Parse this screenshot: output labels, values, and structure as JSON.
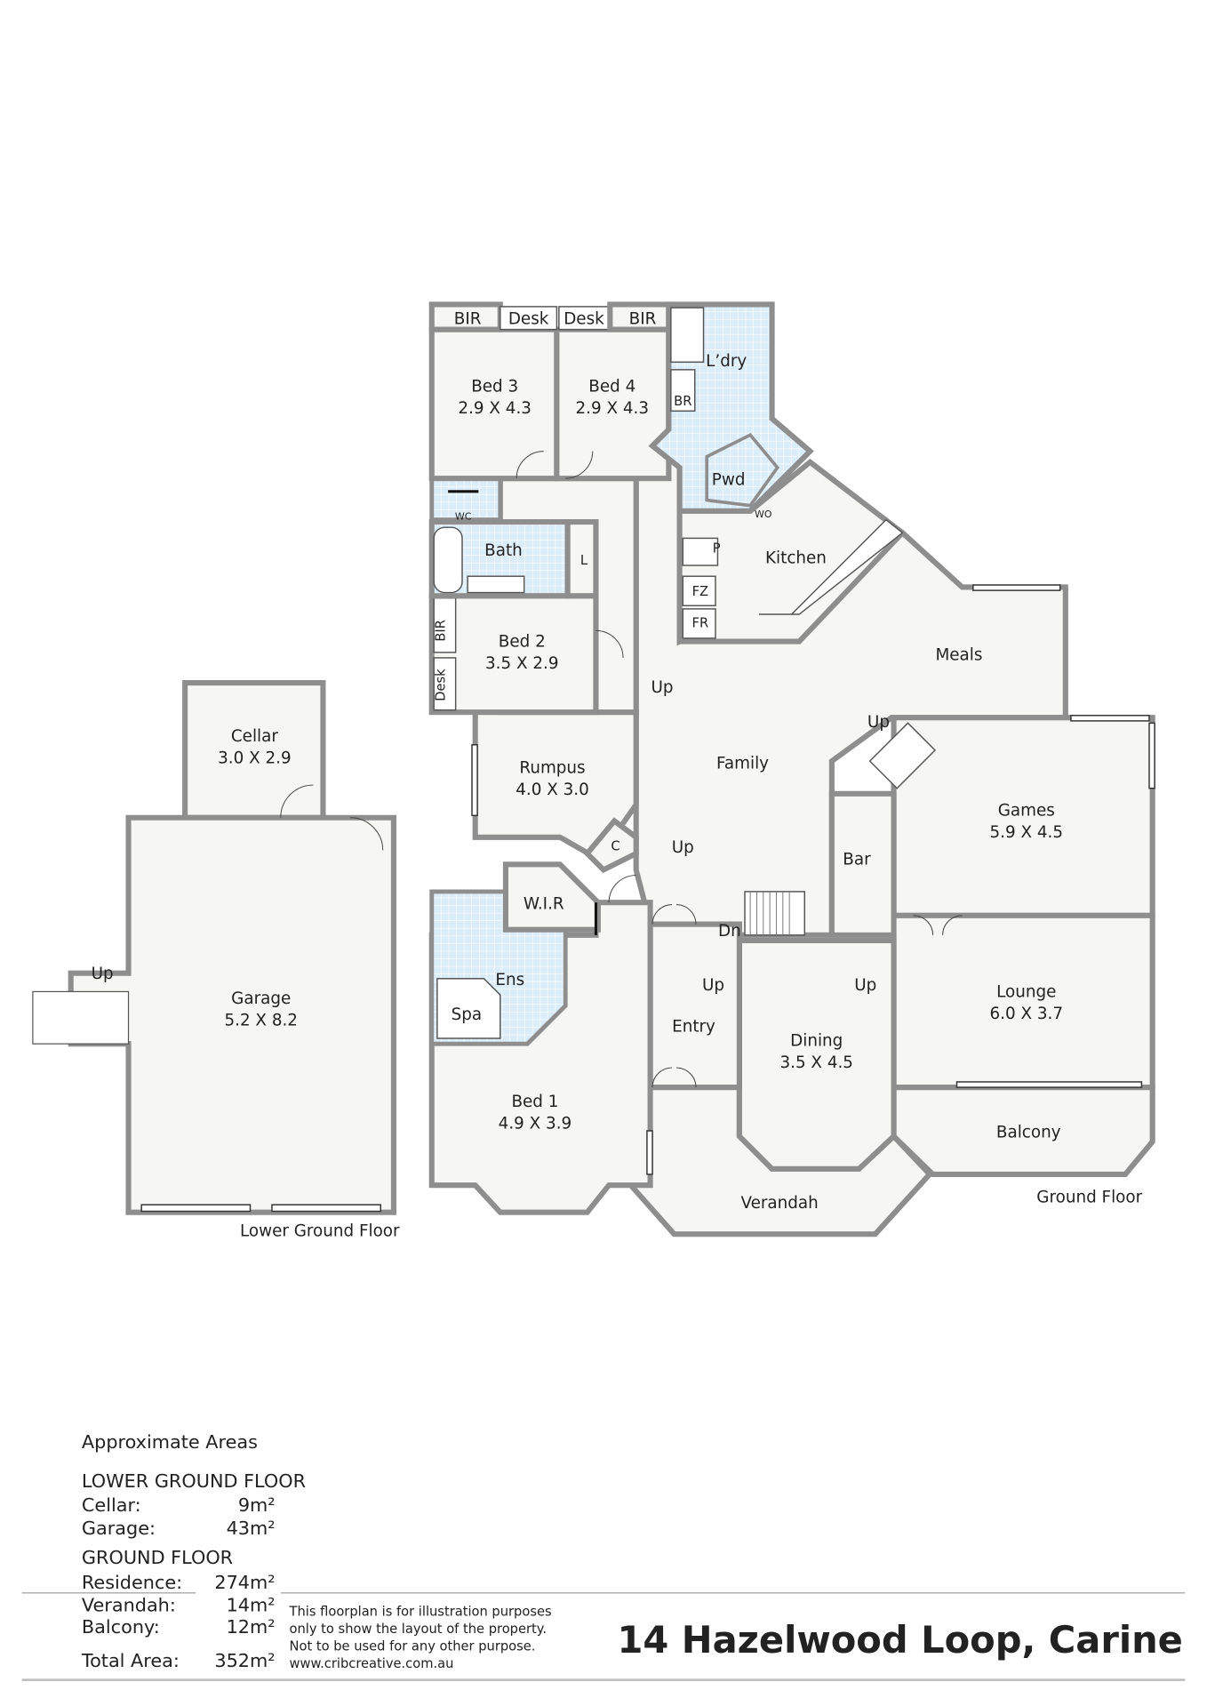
{
  "plan": {
    "title": "14 Hazelwood Loop, Carine",
    "floor_labels": {
      "lower": "Lower Ground Floor",
      "ground": "Ground Floor"
    },
    "rooms": {
      "cellar": {
        "name": "Cellar",
        "dims": "3.0 X 2.9"
      },
      "garage": {
        "name": "Garage",
        "dims": "5.2 X 8.2"
      },
      "bed3": {
        "name": "Bed 3",
        "dims": "2.9 X 4.3"
      },
      "bed4": {
        "name": "Bed 4",
        "dims": "2.9 X 4.3"
      },
      "bed2": {
        "name": "Bed 2",
        "dims": "3.5 X 2.9"
      },
      "rumpus": {
        "name": "Rumpus",
        "dims": "4.0 X 3.0"
      },
      "games": {
        "name": "Games",
        "dims": "5.9 X 4.5"
      },
      "lounge": {
        "name": "Lounge",
        "dims": "6.0 X 3.7"
      },
      "dining": {
        "name": "Dining",
        "dims": "3.5 X 4.5"
      },
      "bed1": {
        "name": "Bed 1",
        "dims": "4.9 X 3.9"
      },
      "family": {
        "name": "Family"
      },
      "kitchen": {
        "name": "Kitchen"
      },
      "meals": {
        "name": "Meals"
      },
      "entry": {
        "name": "Entry"
      },
      "verandah": {
        "name": "Verandah"
      },
      "balcony": {
        "name": "Balcony"
      },
      "bar": {
        "name": "Bar"
      },
      "bath": {
        "name": "Bath"
      },
      "ens": {
        "name": "Ens"
      },
      "spa": {
        "name": "Spa"
      },
      "wir": {
        "name": "W.I.R"
      },
      "ldry": {
        "name": "L’dry"
      },
      "pwd": {
        "name": "Pwd"
      }
    },
    "small_labels": {
      "bir": "BIR",
      "desk": "Desk",
      "br": "BR",
      "wc": "WC",
      "wo": "WO",
      "l": "L",
      "p": "P",
      "fz": "FZ",
      "fr": "FR",
      "c": "C",
      "up": "Up",
      "dn": "Dn"
    }
  },
  "areas": {
    "heading": "Approximate Areas",
    "lower_heading": "LOWER GROUND FLOOR",
    "lower": [
      {
        "label": "Cellar:",
        "value": "9m²"
      },
      {
        "label": "Garage:",
        "value": "43m²"
      }
    ],
    "ground_heading": "GROUND FLOOR",
    "ground": [
      {
        "label": "Residence:",
        "value": "274m²"
      },
      {
        "label": "Verandah:",
        "value": "14m²"
      },
      {
        "label": "Balcony:",
        "value": "12m²"
      }
    ],
    "total": {
      "label": "Total Area:",
      "value": "352m²"
    }
  },
  "disclaimer": [
    "This floorplan is for illustration purposes",
    "only to show the layout of the property.",
    "Not to be used for any other purpose.",
    "www.cribcreative.com.au"
  ]
}
